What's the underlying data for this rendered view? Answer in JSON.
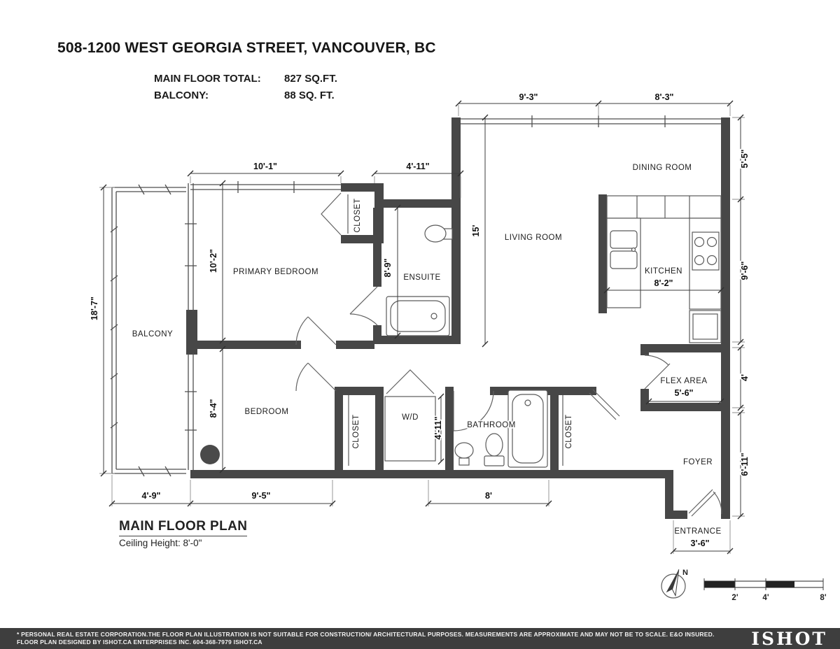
{
  "header": {
    "title": "508-1200 WEST GEORGIA STREET, VANCOUVER, BC",
    "area_rows": [
      {
        "label": "MAIN FLOOR TOTAL:",
        "value": "827 SQ.FT."
      },
      {
        "label": "BALCONY:",
        "value": "88 SQ. FT."
      }
    ]
  },
  "plan": {
    "rooms": {
      "primary_bedroom": "PRIMARY BEDROOM",
      "bedroom": "BEDROOM",
      "ensuite": "ENSUITE",
      "bathroom": "BATHROOM",
      "living_room": "LIVING ROOM",
      "dining_room": "DINING ROOM",
      "kitchen": "KITCHEN",
      "flex_area": "FLEX AREA",
      "foyer": "FOYER",
      "entrance": "ENTRANCE",
      "balcony": "BALCONY",
      "closet": "CLOSET",
      "wd": "W/D"
    },
    "dimensions": {
      "top_living": "9'-3\"",
      "top_dining": "8'-3\"",
      "primary_width": "10'-1\"",
      "ensuite_width": "4'-11\"",
      "right_upper": "5'-5\"",
      "right_kitchen": "9'-6\"",
      "right_flex": "4'",
      "right_foyer": "6'-11\"",
      "balcony_length": "18'-7\"",
      "primary_depth": "10'-2\"",
      "bedroom_depth": "8'-4\"",
      "ensuite_depth": "8'-9\"",
      "living_depth": "15'",
      "kitchen_width": "8'-2\"",
      "flex_width": "5'-6\"",
      "bathroom_depth": "4'-11\"",
      "bottom_balcony": "4'-9\"",
      "bottom_bedroom": "9'-5\"",
      "bottom_bathroom": "8'",
      "entrance_width": "3'-6\""
    },
    "caption": {
      "title": "MAIN FLOOR PLAN",
      "ceiling": "Ceiling Height: 8'-0\""
    },
    "compass_north": "N",
    "scale_labels": [
      "2'",
      "4'",
      "8'"
    ]
  },
  "footer": {
    "disclaimer": "* PERSONAL REAL ESTATE CORPORATION.THE FLOOR PLAN ILLUSTRATION IS NOT SUITABLE FOR CONSTRUCTION/ ARCHITECTURAL PURPOSES. MEASUREMENTS ARE APPROXIMATE AND MAY NOT BE TO SCALE. E&O INSURED.",
    "credit": "FLOOR PLAN DESIGNED BY ISHOT.CA ENTERPRISES INC. 604-368-7979  ISHOT.CA",
    "logo": "ISHOT"
  }
}
